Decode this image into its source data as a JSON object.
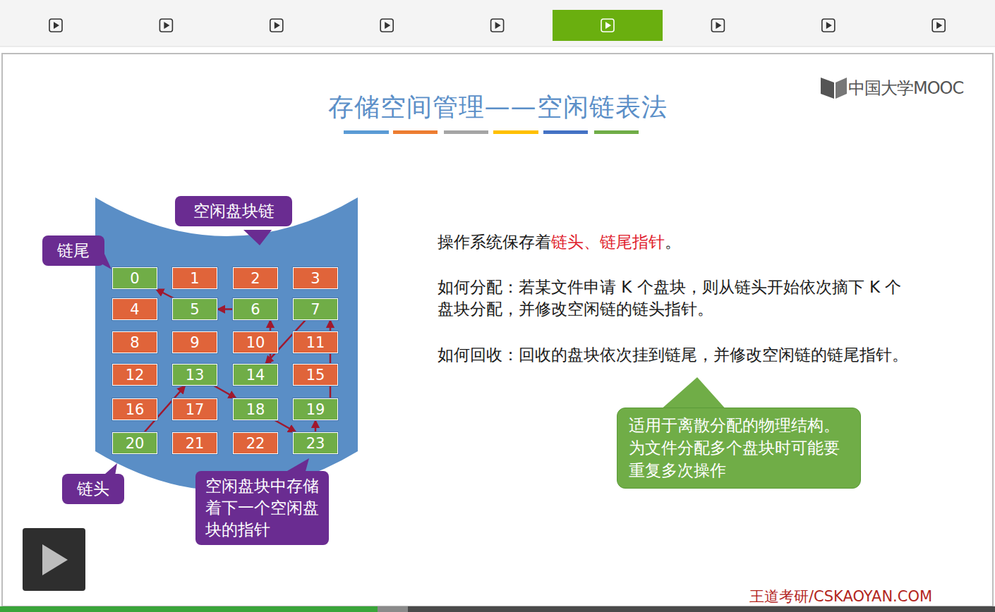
{
  "diagram": {
    "title": "存储空间管理——空闲链表法",
    "nodes": [
      {
        "text": [
          "空闲盘块链"
        ]
      },
      {
        "text": [
          "链尾"
        ]
      },
      {
        "text": [
          "0"
        ]
      },
      {
        "text": [
          "1"
        ]
      },
      {
        "text": [
          "2"
        ]
      },
      {
        "text": [
          "3"
        ]
      },
      {
        "text": [
          "4"
        ]
      },
      {
        "text": [
          "5"
        ]
      },
      {
        "text": [
          "6"
        ]
      },
      {
        "text": [
          "7"
        ]
      },
      {
        "text": [
          "8"
        ]
      },
      {
        "text": [
          "9"
        ]
      },
      {
        "text": [
          "10"
        ]
      },
      {
        "text": [
          "11"
        ]
      },
      {
        "text": [
          "12"
        ]
      },
      {
        "text": [
          "13"
        ]
      },
      {
        "text": [
          "14"
        ]
      },
      {
        "text": [
          "15"
        ]
      },
      {
        "text": [
          "16"
        ]
      },
      {
        "text": [
          "17"
        ]
      },
      {
        "text": [
          "18"
        ]
      },
      {
        "text": [
          "19"
        ]
      },
      {
        "text": [
          "20"
        ]
      },
      {
        "text": [
          "21"
        ]
      },
      {
        "text": [
          "22"
        ]
      },
      {
        "text": [
          "23"
        ]
      },
      {
        "text": [
          "链头"
        ]
      },
      {
        "text": [
          "空闲盘块中存储着下一个空闲盘块的指针"
        ]
      },
      {
        "text": [
          "适用于离散分配的物理结构。为文件分配多个盘块时可能要重复多次操作"
        ]
      }
    ],
    "edges": [
      {
        "from": 22,
        "to": 15,
        "arrow": "to"
      },
      {
        "from": 15,
        "to": 20,
        "arrow": "to"
      },
      {
        "from": 20,
        "to": 25,
        "arrow": "to"
      },
      {
        "from": 25,
        "to": 21,
        "arrow": "to"
      },
      {
        "from": 21,
        "to": 9,
        "arrow": "to"
      },
      {
        "from": 9,
        "to": 16,
        "arrow": "to"
      },
      {
        "from": 16,
        "to": 8,
        "arrow": "to"
      },
      {
        "from": 8,
        "to": 7,
        "arrow": "to"
      },
      {
        "from": 7,
        "to": 2,
        "arrow": "to"
      }
    ],
    "labels": [
      "中国大学MOOC",
      "操作系统保存着",
      "链头、链尾指针",
      "。",
      "如何分配：若某文件申请 K 个盘块，则从链头开始依次摘下 K 个盘块分配，并修改空闲链的链头指针。",
      "如何回收：回收的盘块依次挂到链尾，并修改空闲链的链尾指针。",
      "王道考研/CSKAOYAN.COM"
    ]
  }
}
